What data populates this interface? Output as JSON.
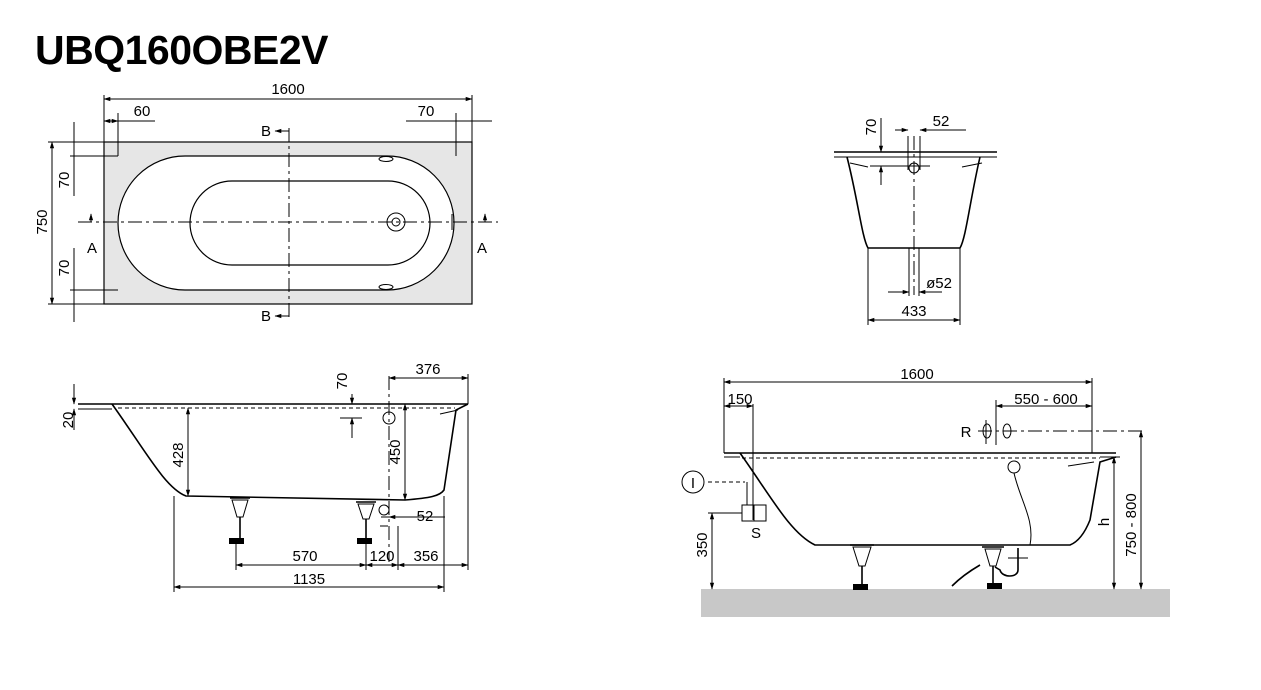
{
  "title": "UBQ160OBE2V",
  "top_view": {
    "dim_length": "1600",
    "dim_left_offset": "60",
    "dim_right_offset": "70",
    "dim_width": "750",
    "dim_top_rim": "70",
    "dim_bottom_rim": "70",
    "section_b_top": "B",
    "section_b_bottom": "B",
    "section_a_left": "A",
    "section_a_right": "A"
  },
  "cross_section": {
    "dim_rim": "70",
    "dim_drain_offset": "52",
    "dim_drain_diameter": "ø52",
    "dim_bottom_width": "433"
  },
  "side_section": {
    "dim_rim_thickness": "20",
    "dim_depth_inner": "428",
    "dim_overflow_rim": "70",
    "dim_overflow_offset": "376",
    "dim_depth_total": "450",
    "dim_drain_offset": "52",
    "dim_feet_spacing": "570",
    "dim_gap": "120",
    "dim_drain_to_end": "356",
    "dim_total_bottom": "1135"
  },
  "install_view": {
    "dim_length": "1600",
    "dim_left_offset": "150",
    "dim_tap_range": "550 - 600",
    "label_r": "R",
    "label_i": "I",
    "label_s": "S",
    "dim_waste_height": "350",
    "label_h": "h",
    "dim_rim_height": "750 - 800"
  }
}
